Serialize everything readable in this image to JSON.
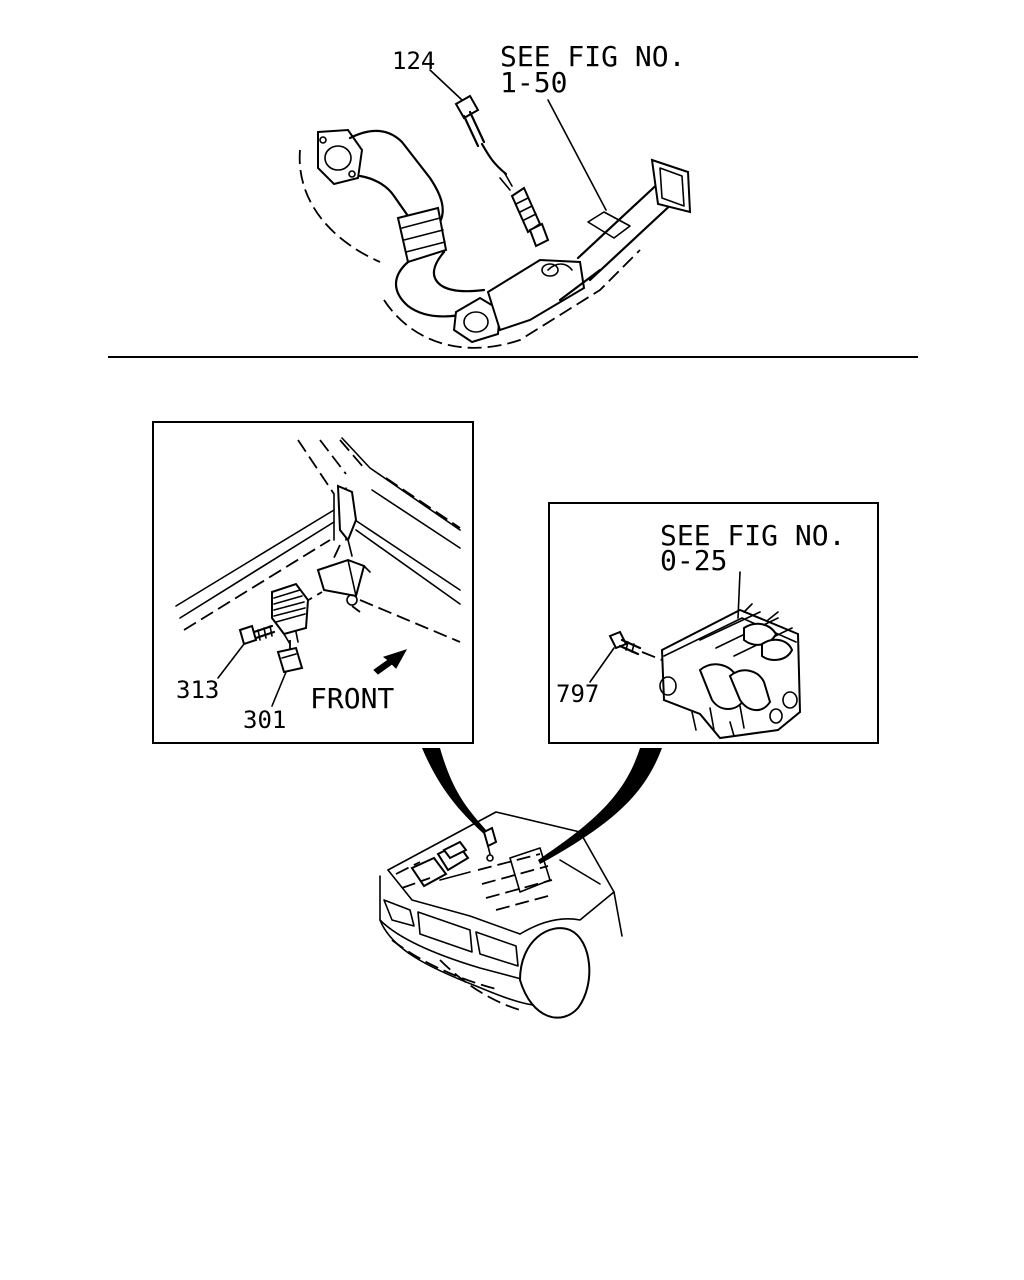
{
  "top_section": {
    "ref_label": "SEE FIG NO.",
    "ref_number": "1-50",
    "part_oxygen_sensor": "124"
  },
  "left_inset": {
    "part_bolt": "313",
    "part_connector": "301",
    "direction_label": "FRONT"
  },
  "right_inset": {
    "ref_label": "SEE FIG NO.",
    "ref_number": "0-25",
    "part_sensor": "797"
  }
}
